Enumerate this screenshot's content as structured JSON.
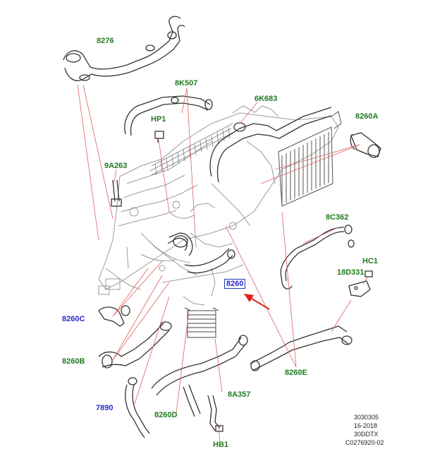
{
  "diagram": {
    "labels": {
      "p8276": "8276",
      "p8K507": "8K507",
      "p6K683": "6K683",
      "pHP1": "HP1",
      "p8260A": "8260A",
      "p9A263": "9A263",
      "p8C362": "8C362",
      "pHC1": "HC1",
      "p18D331": "18D331",
      "p8260_ref": "8260",
      "p8260C": "8260C",
      "p8260B": "8260B",
      "p8260E": "8260E",
      "p7890": "7890",
      "p8A357": "8A357",
      "p8260D": "8260D",
      "pHB1": "HB1"
    },
    "footer": {
      "line1": "3030305",
      "line2": "16-2018",
      "line3": "30DDTX",
      "line4": "C0276920-02"
    },
    "colors": {
      "green_label": "#1f7a1f",
      "blue_label": "#2a2ad0",
      "leader": "#e06060",
      "arrow": "#e02020",
      "line_art": "#3a3a3a"
    }
  }
}
